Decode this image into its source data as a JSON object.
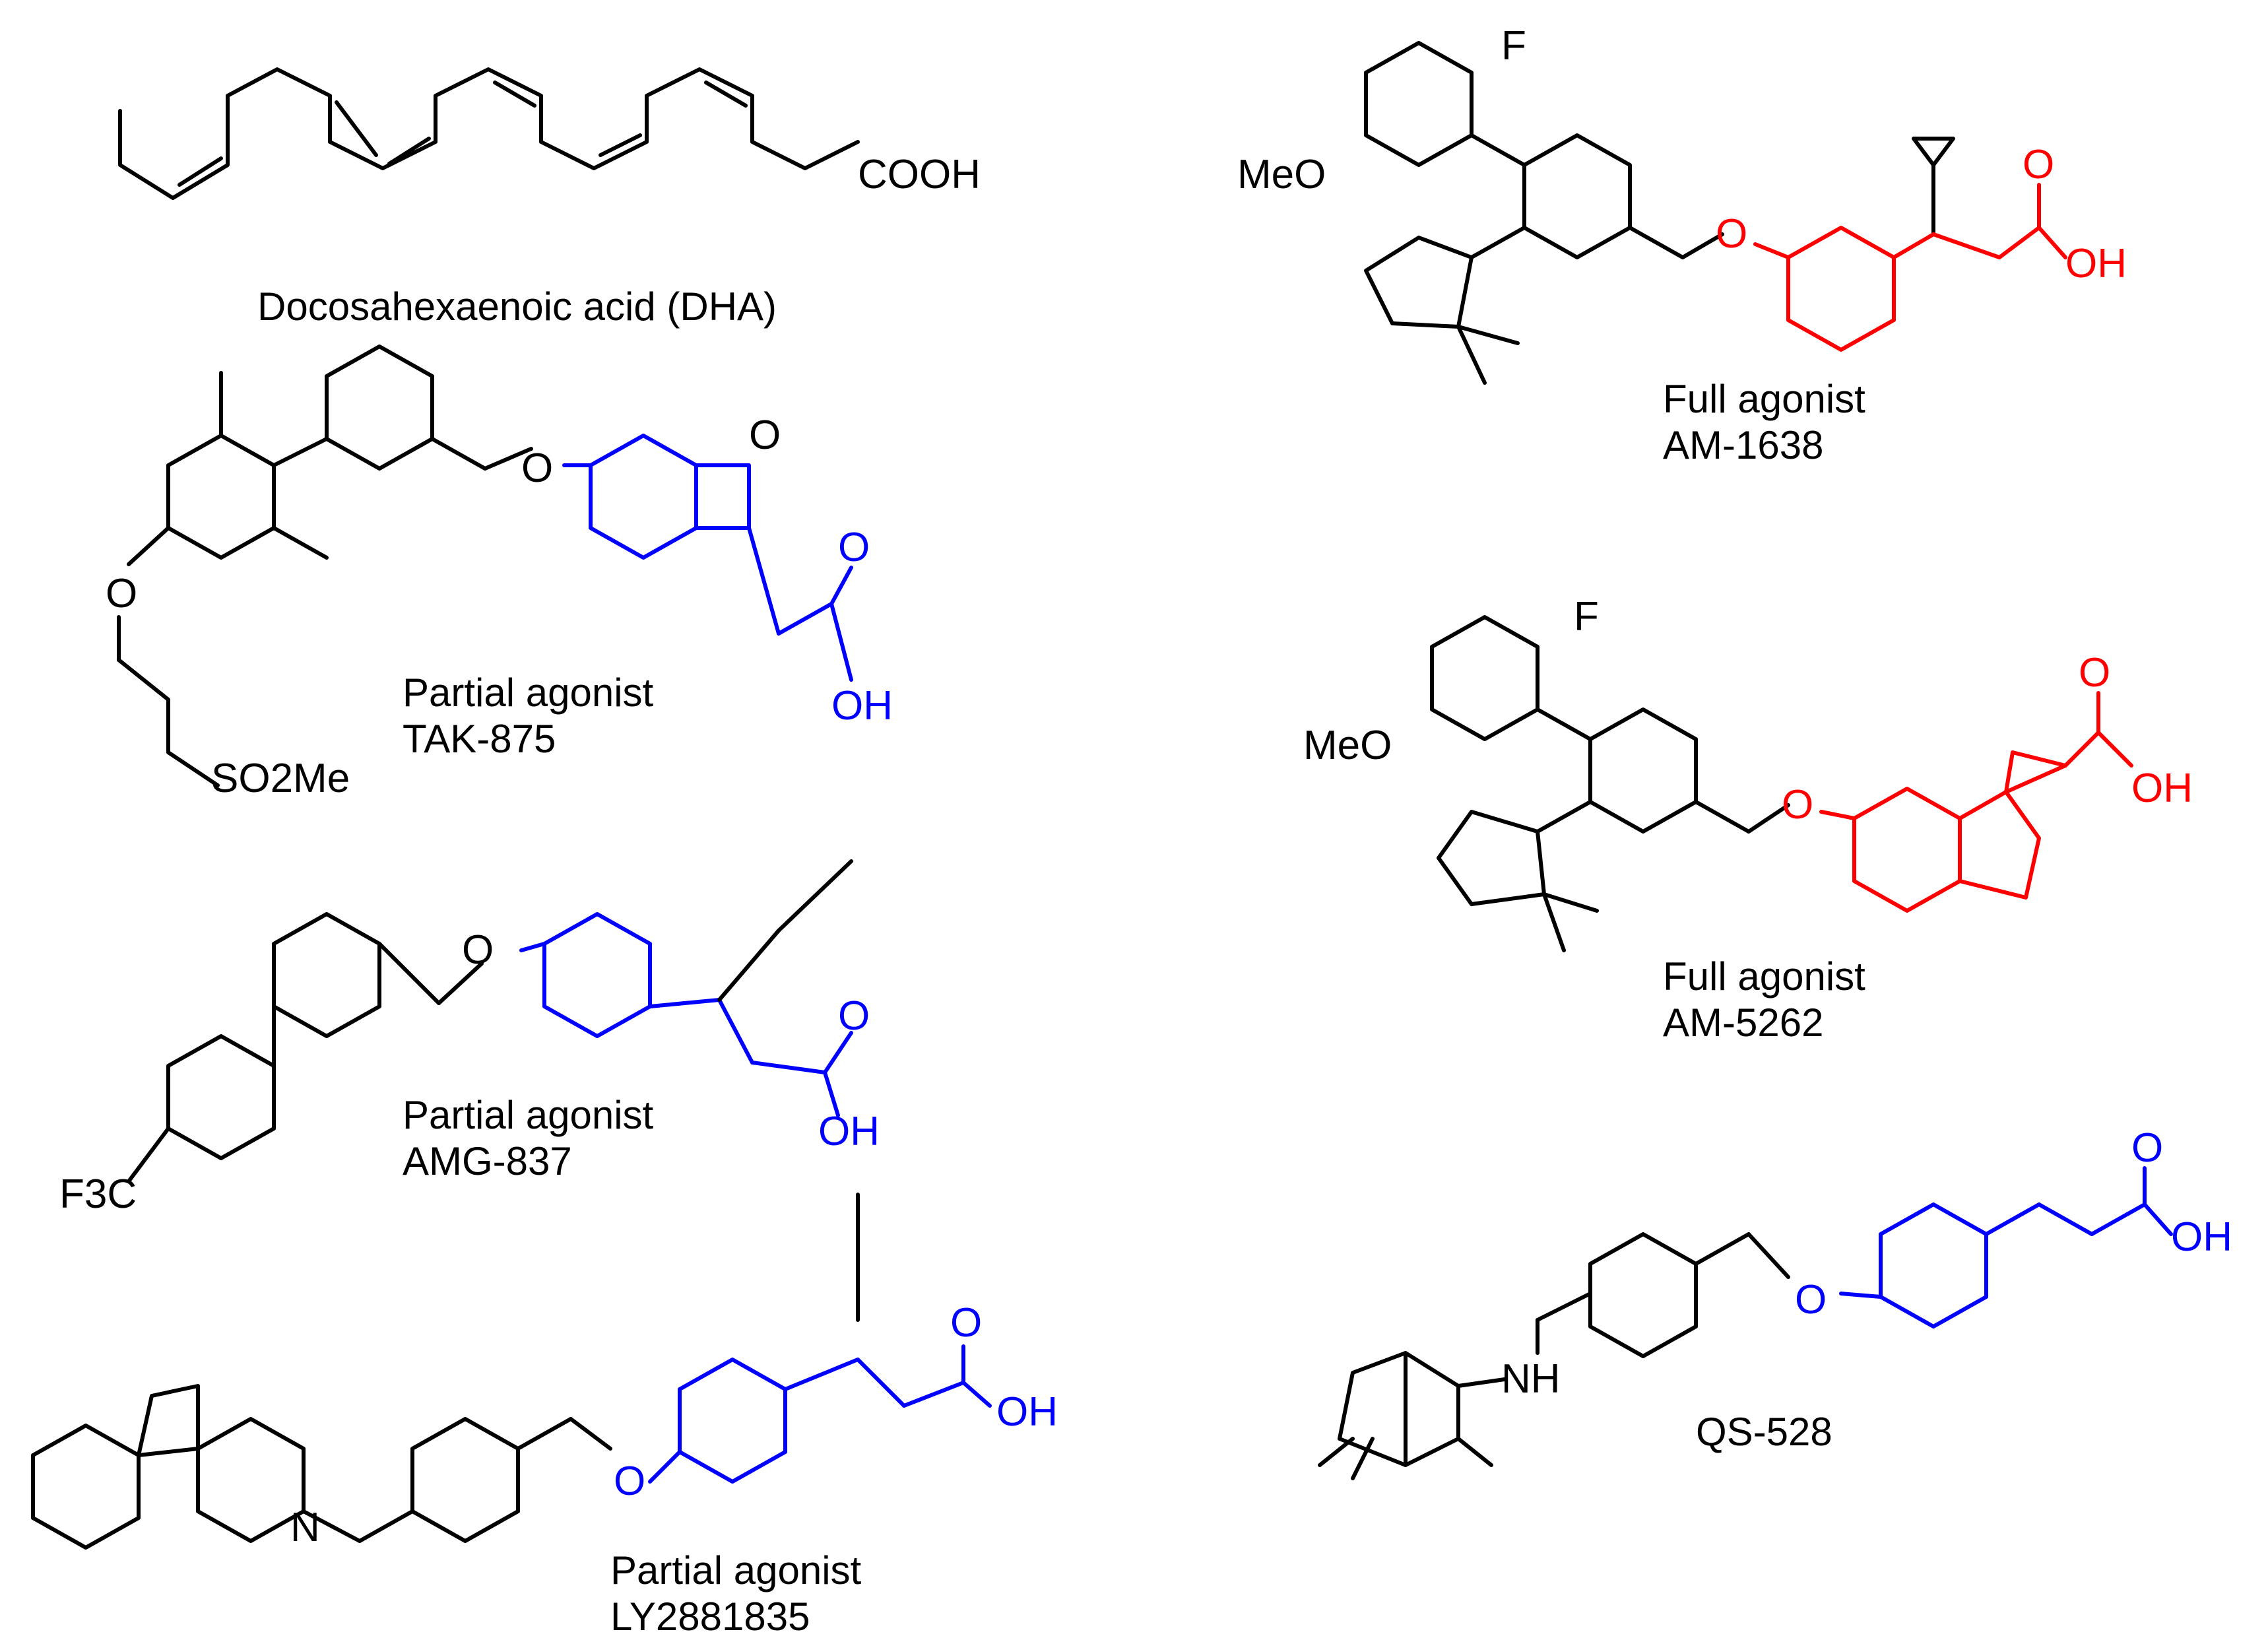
{
  "colors": {
    "default": "#000000",
    "pharmacophore_blue": "#0000ff",
    "pharmacophore_red": "#ff0000",
    "background": "#ffffff"
  },
  "compounds": [
    {
      "id": "dha",
      "name": "Docosahexaenoic acid (DHA)",
      "activity": "",
      "labels": [
        "COOH"
      ]
    },
    {
      "id": "tak",
      "name": "TAK-875",
      "activity": "Partial agonist",
      "labels": [
        "O",
        "O",
        "O",
        "OH",
        "SO2Me"
      ]
    },
    {
      "id": "amg",
      "name": "AMG-837",
      "activity": "Partial agonist",
      "labels": [
        "O",
        "O",
        "OH",
        "F3C"
      ]
    },
    {
      "id": "ly",
      "name": "LY2881835",
      "activity": "Partial agonist",
      "labels": [
        "N",
        "O",
        "O",
        "OH"
      ]
    },
    {
      "id": "am1638",
      "name": "AM-1638",
      "activity": "Full agonist",
      "labels": [
        "F",
        "MeO",
        "O",
        "O",
        "OH"
      ]
    },
    {
      "id": "am5262",
      "name": "AM-5262",
      "activity": "Full agonist",
      "labels": [
        "F",
        "MeO",
        "O",
        "O",
        "OH"
      ]
    },
    {
      "id": "qs",
      "name": "QS-528",
      "activity": "",
      "labels": [
        "NH",
        "O",
        "O",
        "OH"
      ]
    }
  ]
}
